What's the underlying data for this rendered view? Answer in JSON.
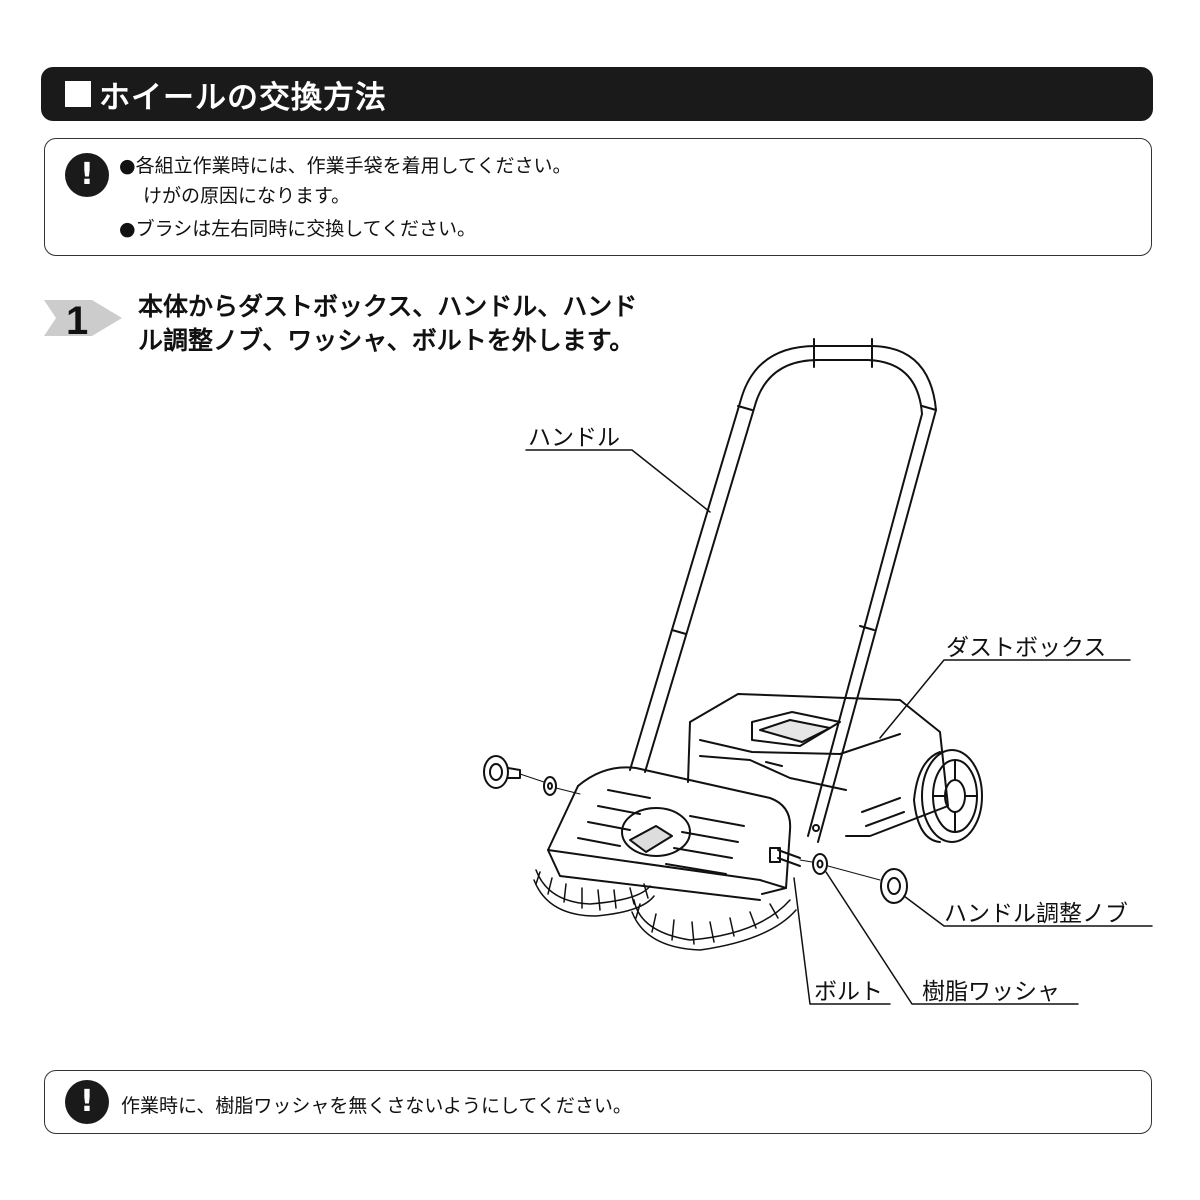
{
  "header": {
    "title": "ホイールの交換方法"
  },
  "top_notice": {
    "icon": "exclamation-icon",
    "lines": [
      "●各組立作業時には、作業手袋を着用してください。",
      "けがの原因になります。",
      "●ブラシは左右同時に交換してください。"
    ]
  },
  "step": {
    "number": "1",
    "text_line1": "本体からダストボックス、ハンドル、ハンド",
    "text_line2": "ル調整ノブ、ワッシャ、ボルトを外します。"
  },
  "labels": {
    "handle": "ハンドル",
    "dust_box": "ダストボックス",
    "handle_knob": "ハンドル調整ノブ",
    "bolt": "ボルト",
    "washer": "樹脂ワッシャ"
  },
  "bottom_notice": {
    "icon": "exclamation-icon",
    "text": "作業時に、樹脂ワッシャを無くさないようにしてください。"
  }
}
